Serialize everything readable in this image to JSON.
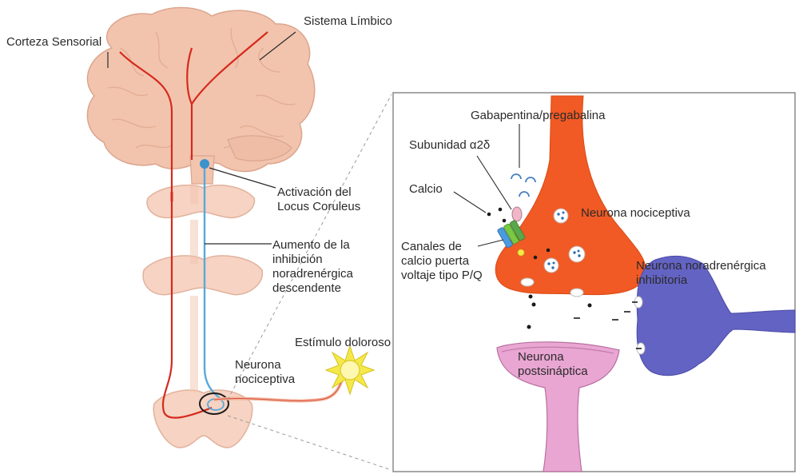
{
  "labels": {
    "corteza": "Corteza Sensorial",
    "sistema_limbico": "Sistema Límbico",
    "activacion": "Activación del Locus Coruleus",
    "aumento": "Aumento de la inhibición noradrenérgica descendente",
    "estimulo": "Estímulo doloroso",
    "neurona_noci_left": "Neurona nociceptiva",
    "gabapentina": "Gabapentina/pregabalina",
    "subunidad": "Subunidad α2δ",
    "calcio": "Calcio",
    "canales": "Canales de calcio puerta voltaje tipo P/Q",
    "neurona_noci_right": "Neurona nociceptiva",
    "neurona_noradr": "Neurona noradrenérgica inhibitoria",
    "neurona_post": "Neurona postsináptica"
  }
}
